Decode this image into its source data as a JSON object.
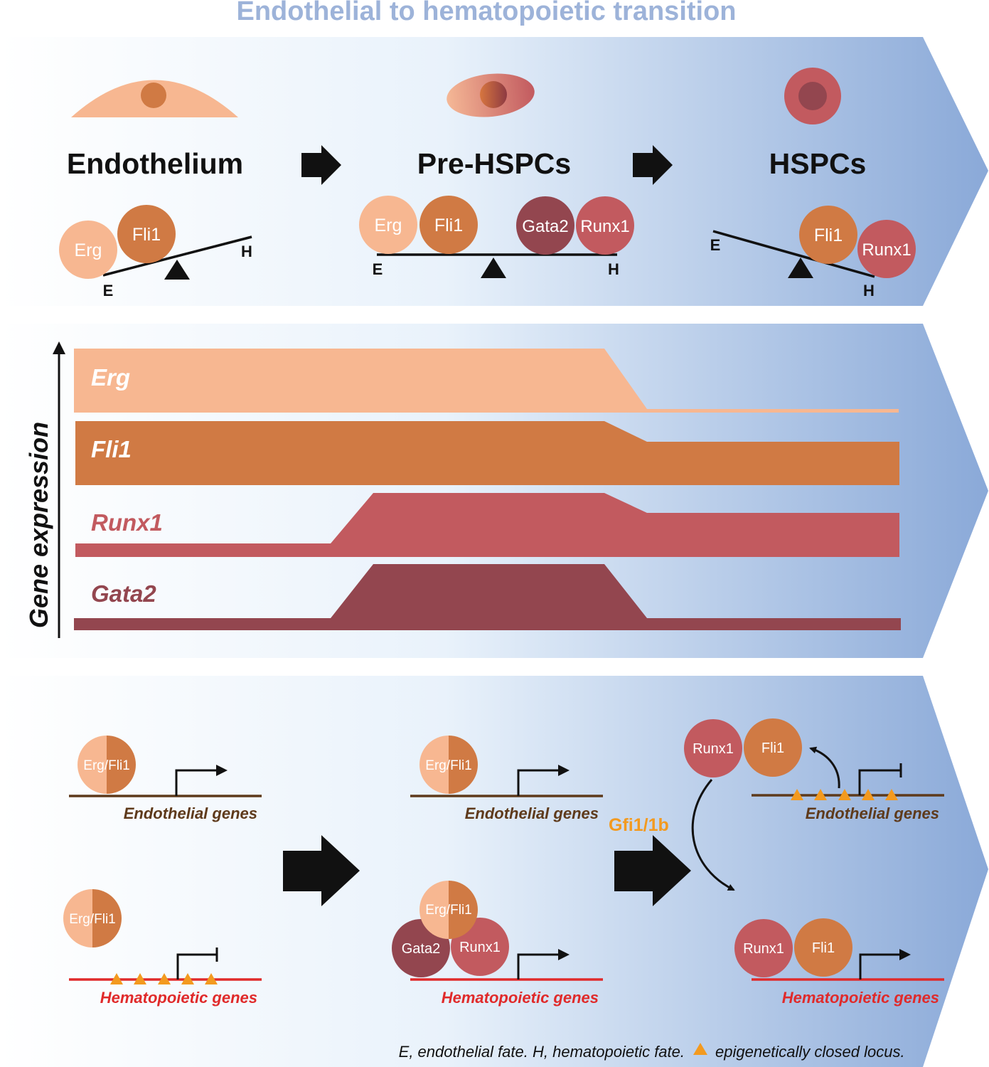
{
  "title": "Endothelial to hematopoietic transition",
  "stages": {
    "s1": "Endothelium",
    "s2": "Pre-HSPCs",
    "s3": "HSPCs"
  },
  "balance": {
    "e": "E",
    "h": "H",
    "erg": "Erg",
    "fli1": "Fli1",
    "gata2": "Gata2",
    "runx1": "Runx1"
  },
  "expression": {
    "axis_label": "Gene expression",
    "genes": [
      "Erg",
      "Fli1",
      "Runx1",
      "Gata2"
    ]
  },
  "mechanism": {
    "erg_fli1": "Erg/Fli1",
    "gata2": "Gata2",
    "runx1": "Runx1",
    "fli1": "Fli1",
    "endothelial_genes": "Endothelial genes",
    "hematopoietic_genes": "Hematopoietic genes",
    "gfi": "Gfi1/1b"
  },
  "footnote": {
    "text1": "E, endothelial fate. H, hematopoietic fate.",
    "text2": "epigenetically closed locus."
  },
  "colors": {
    "title": "#9db3d9",
    "erg": "#f7b791",
    "fli1": "#d07a44",
    "runx1": "#c25a5f",
    "gata2": "#93464f",
    "brown_line": "#5e3a1b",
    "red_line": "#e02a2a",
    "orange_tri": "#f39a1f",
    "blue": "#8aa9d8"
  }
}
